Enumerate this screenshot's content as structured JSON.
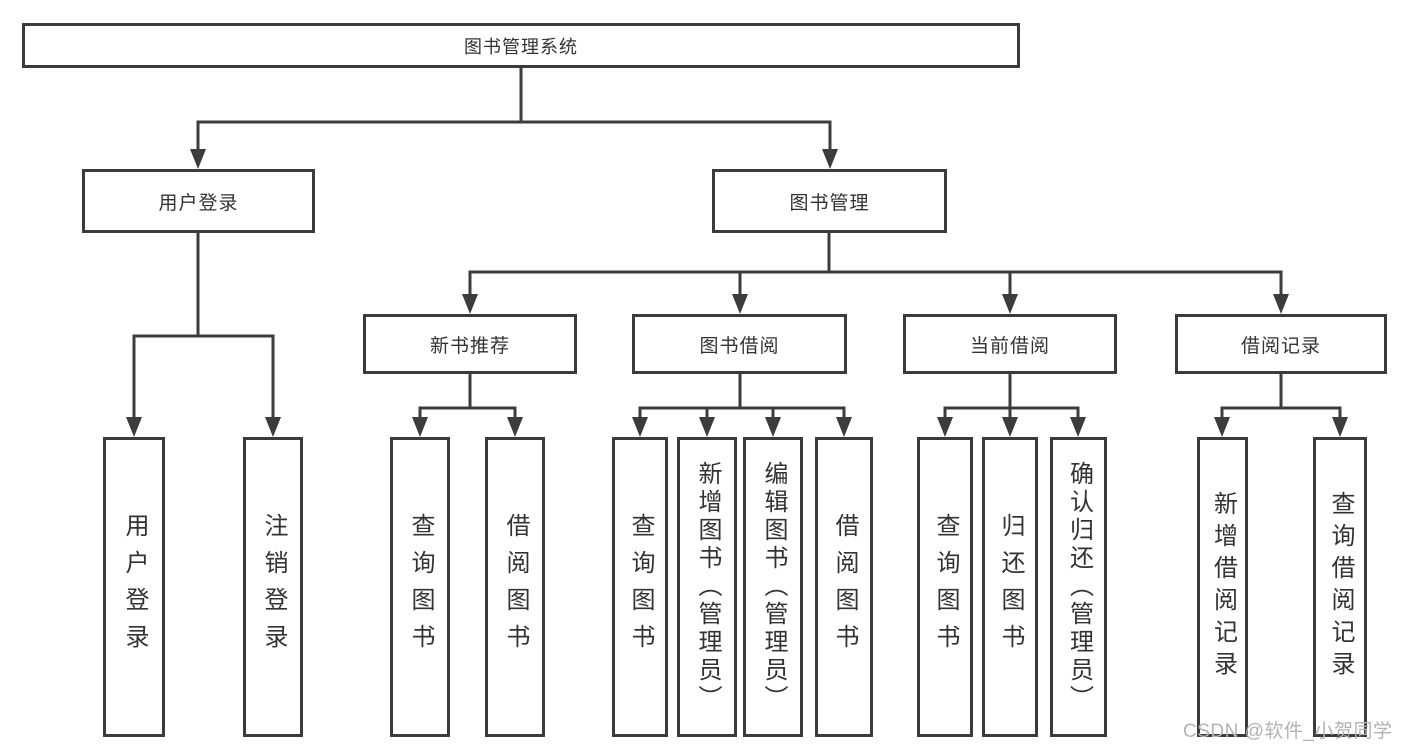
{
  "tree": {
    "root": {
      "label": "图书管理系统",
      "children": [
        {
          "label": "用户登录",
          "children": [
            {
              "label": "用户登录"
            },
            {
              "label": "注销登录"
            }
          ]
        },
        {
          "label": "图书管理",
          "children": [
            {
              "label": "新书推荐",
              "children": [
                {
                  "label": "查询图书"
                },
                {
                  "label": "借阅图书"
                }
              ]
            },
            {
              "label": "图书借阅",
              "children": [
                {
                  "label": "查询图书"
                },
                {
                  "label": "新增图书（管理员）"
                },
                {
                  "label": "编辑图书（管理员）"
                },
                {
                  "label": "借阅图书"
                }
              ]
            },
            {
              "label": "当前借阅",
              "children": [
                {
                  "label": "查询图书"
                },
                {
                  "label": "归还图书"
                },
                {
                  "label": "确认归还（管理员）"
                }
              ]
            },
            {
              "label": "借阅记录",
              "children": [
                {
                  "label": "新增借阅记录"
                },
                {
                  "label": "查询借阅记录"
                }
              ]
            }
          ]
        }
      ]
    }
  },
  "watermark": {
    "text": "CSDN @软件_小贺同学"
  },
  "colors": {
    "line": "#3c3c3c",
    "box_border": "#3b3b3b",
    "text": "#333333",
    "watermark": "#b3b3b3",
    "background": "#ffffff"
  }
}
